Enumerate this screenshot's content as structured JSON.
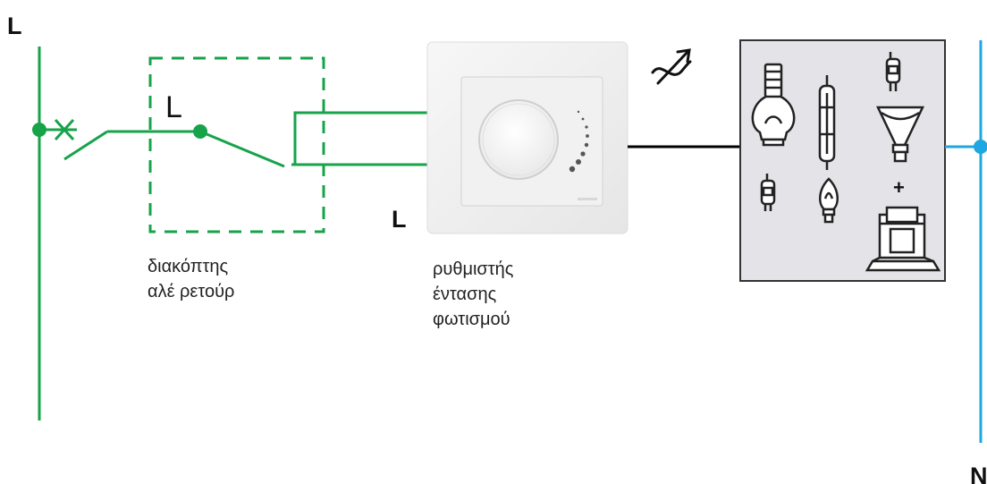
{
  "labels": {
    "left_phase": "L",
    "switch_terminal": "L",
    "dimmer_terminal": "L",
    "right_neutral": "N",
    "plus": "+"
  },
  "captions": {
    "switch": [
      "διακόπτης",
      "αλέ ρετούρ"
    ],
    "dimmer": [
      "ρυθμιστής",
      "έντασης",
      "φωτισμού"
    ]
  },
  "colors": {
    "phase_wire": "#17a34a",
    "neutral_wire": "#1ea7e1",
    "load_wire": "#000000",
    "load_box": "#e3e3e8"
  },
  "icons": [
    "incandescent-bulb-icon",
    "linear-halogen-tube-icon",
    "g4-capsule-lamp-icon",
    "reflector-lamp-icon",
    "small-capsule-lamp-icon",
    "candle-bulb-icon",
    "transformer-icon",
    "adjustable-symbol-icon",
    "dimmer-knob-icon"
  ]
}
